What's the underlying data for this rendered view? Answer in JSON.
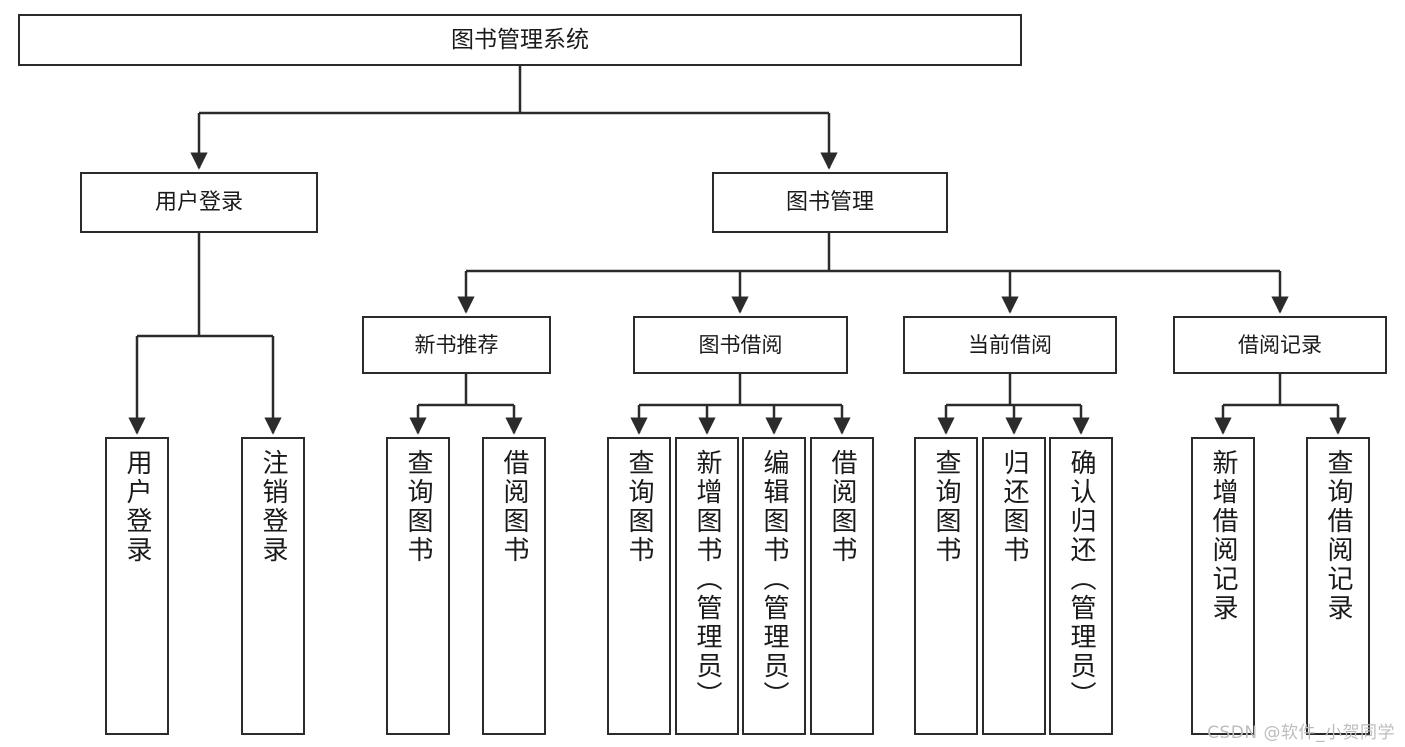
{
  "diagram": {
    "title": "图书管理系统",
    "stroke_color": "#2b2b2b",
    "fill_color": "#ffffff",
    "text_color": "#1a1a1a",
    "watermark": "CSDN @软件_小贺同学",
    "root": {
      "label": "图书管理系统"
    },
    "level1": [
      {
        "label": "用户登录"
      },
      {
        "label": "图书管理"
      }
    ],
    "level2": [
      {
        "label": "新书推荐"
      },
      {
        "label": "图书借阅"
      },
      {
        "label": "当前借阅"
      },
      {
        "label": "借阅记录"
      }
    ],
    "leaves": {
      "user_login": [
        {
          "label": "用户登录"
        },
        {
          "label": "注销登录"
        }
      ],
      "new_book": [
        {
          "label": "查询图书"
        },
        {
          "label": "借阅图书"
        }
      ],
      "book_borrow": [
        {
          "label": "查询图书"
        },
        {
          "label": "新增图书（管理员）"
        },
        {
          "label": "编辑图书（管理员）"
        },
        {
          "label": "借阅图书"
        }
      ],
      "current_borrow": [
        {
          "label": "查询图书"
        },
        {
          "label": "归还图书"
        },
        {
          "label": "确认归还（管理员）"
        }
      ],
      "borrow_record": [
        {
          "label": "新增借阅记录"
        },
        {
          "label": "查询借阅记录"
        }
      ]
    }
  }
}
